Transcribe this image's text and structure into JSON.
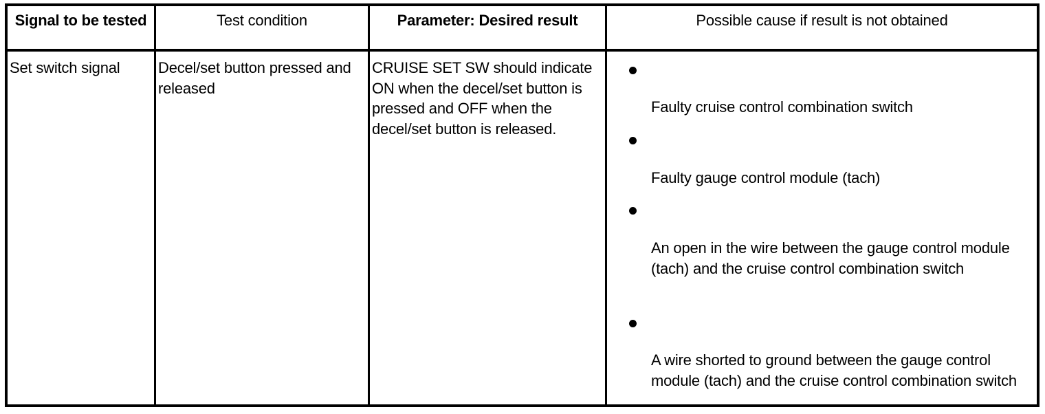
{
  "table": {
    "headers": [
      {
        "label": "Signal to be\ntested",
        "bold": true,
        "align": "center"
      },
      {
        "label": "Test condition",
        "bold": false,
        "align": "center"
      },
      {
        "label": "Parameter: Desired result",
        "bold": true,
        "align": "center"
      },
      {
        "label": "Possible cause if result is not obtained",
        "bold": false,
        "align": "center"
      }
    ],
    "rows": [
      {
        "signal_to_be_tested": "Set switch signal",
        "test_condition": "Decel/set button pressed and released",
        "parameter_desired_result": "CRUISE SET SW should indicate ON when the decel/set button is pressed and OFF when the decel/set button is released.",
        "possible_causes": [
          "Faulty cruise control combination switch",
          "Faulty gauge control module (tach)",
          "An open in the wire between the gauge control module (tach) and the cruise control combination switch",
          "A wire shorted to ground between the gauge control module (tach) and the cruise control combination switch"
        ]
      }
    ]
  },
  "style": {
    "border_color": "#000000",
    "text_color": "#000000",
    "background_color": "#ffffff",
    "bullet_glyph": "filled-circle"
  }
}
